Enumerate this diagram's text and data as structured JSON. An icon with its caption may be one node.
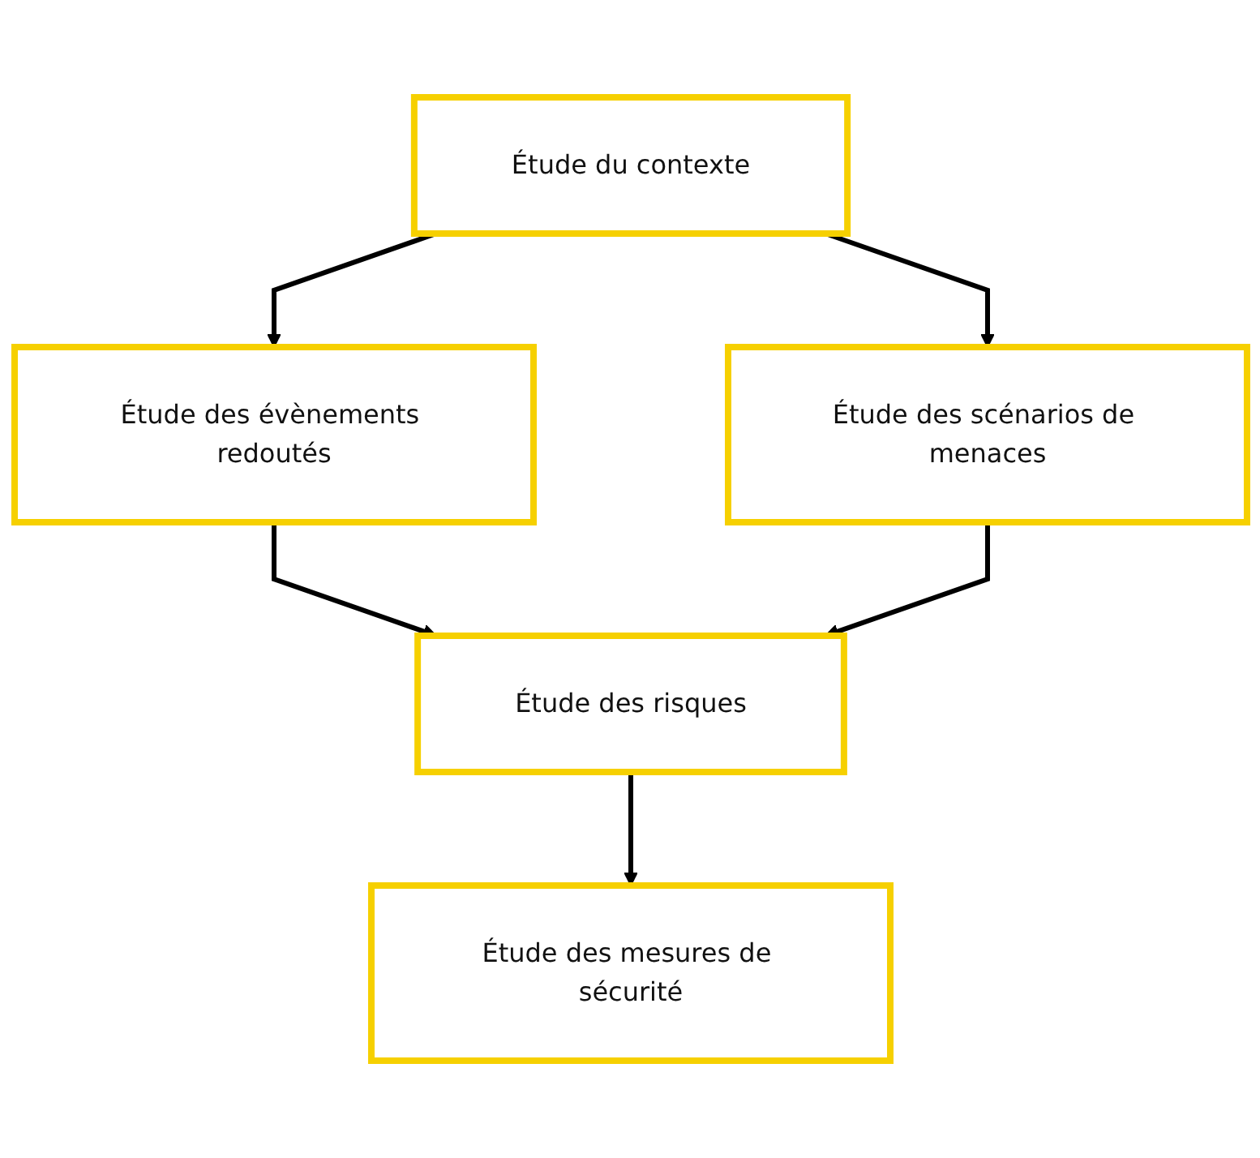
{
  "diagram": {
    "nodes": [
      {
        "text": [
          "Étude du contexte"
        ]
      },
      {
        "text": [
          "Étude des évènements redoutés"
        ]
      },
      {
        "text": [
          "Étude des scénarios de menaces"
        ]
      },
      {
        "text": [
          "Étude des risques"
        ]
      },
      {
        "text": [
          "Étude des mesures de sécurité"
        ]
      }
    ],
    "edges": [
      {
        "from": 0,
        "to": 1,
        "arrow": "to"
      },
      {
        "from": 0,
        "to": 2,
        "arrow": "to"
      },
      {
        "from": 1,
        "to": 3,
        "arrow": "to"
      },
      {
        "from": 2,
        "to": 3,
        "arrow": "to"
      },
      {
        "from": 3,
        "to": 4,
        "arrow": "to"
      }
    ]
  }
}
